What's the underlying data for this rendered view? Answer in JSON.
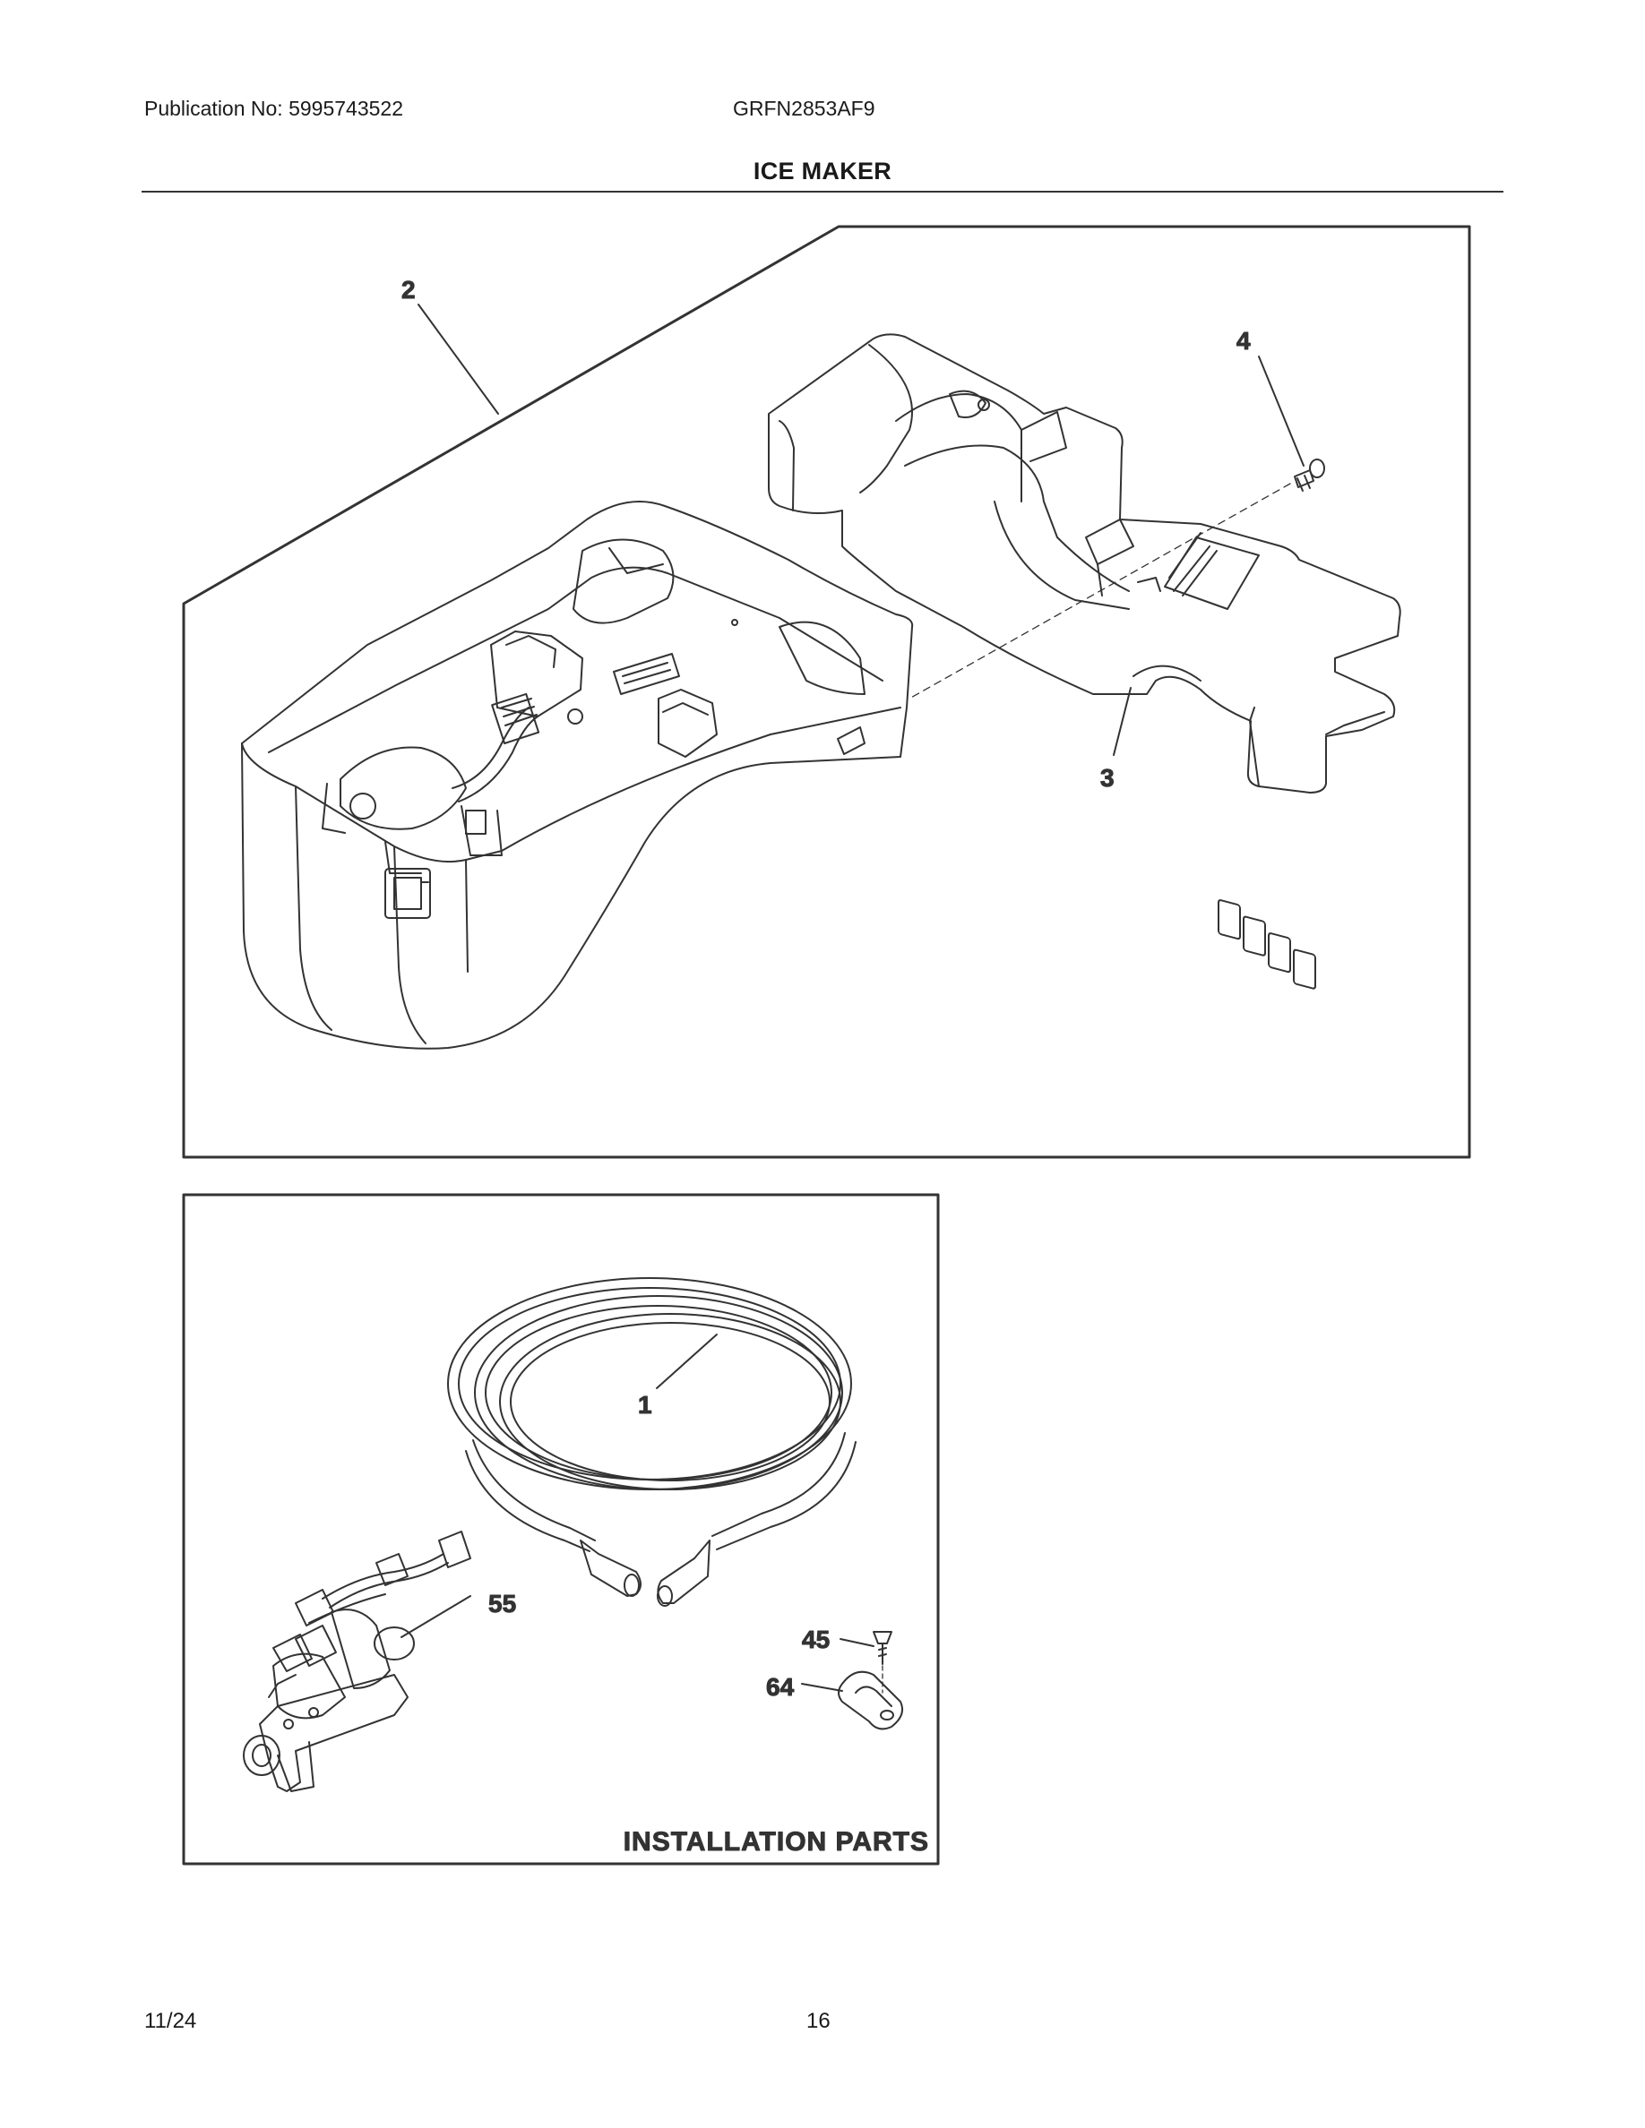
{
  "header": {
    "publication": "Publication No: 5995743522",
    "model": "GRFN2853AF9",
    "section_title": "ICE MAKER"
  },
  "callouts": {
    "c2": "2",
    "c4": "4",
    "c3": "3",
    "c1": "1",
    "c55": "55",
    "c45": "45",
    "c64": "64"
  },
  "installation_box": {
    "label": "INSTALLATION PARTS"
  },
  "footer": {
    "date": "11/24",
    "page_number": "16"
  }
}
